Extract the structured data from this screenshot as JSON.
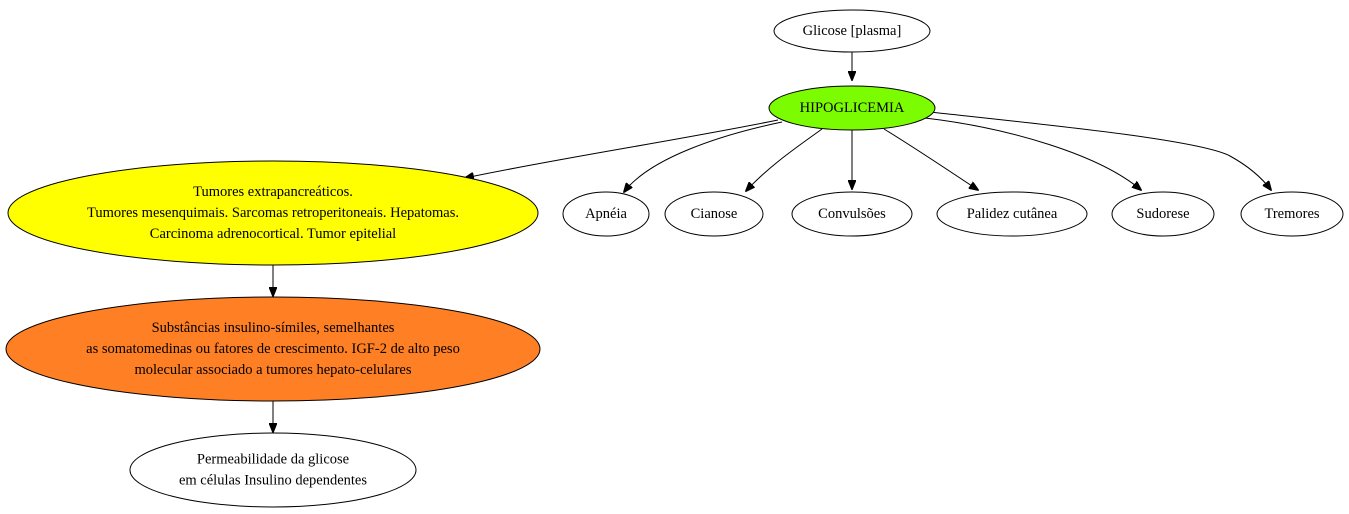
{
  "colors": {
    "background": "#ffffff",
    "outline": "#000000",
    "hipoglicemia_fill": "#7cfc00",
    "tumores_fill": "#ffff00",
    "substancias_fill": "#ff7f24",
    "default_fill": "#ffffff"
  },
  "nodes": {
    "glicose": {
      "lines": [
        "Glicose [plasma]"
      ]
    },
    "hipoglicemia": {
      "lines": [
        "HIPOGLICEMIA"
      ]
    },
    "tumores": {
      "lines": [
        "Tumores extrapancreáticos.",
        "Tumores mesenquimais. Sarcomas retroperitoneais. Hepatomas.",
        "Carcinoma adrenocortical. Tumor epitelial"
      ]
    },
    "apneia": {
      "lines": [
        "Apnéia"
      ]
    },
    "cianose": {
      "lines": [
        "Cianose"
      ]
    },
    "convulsoes": {
      "lines": [
        "Convulsões"
      ]
    },
    "palidez": {
      "lines": [
        "Palidez cutânea"
      ]
    },
    "sudorese": {
      "lines": [
        "Sudorese"
      ]
    },
    "tremores": {
      "lines": [
        "Tremores"
      ]
    },
    "substancias": {
      "lines": [
        "Substâncias insulino-símiles, semelhantes",
        "as somatomedinas ou fatores de crescimento. IGF-2 de alto peso",
        "molecular associado a tumores hepato-celulares"
      ]
    },
    "permeabilidade": {
      "lines": [
        "Permeabilidade da glicose",
        "em células Insulino dependentes"
      ]
    }
  }
}
